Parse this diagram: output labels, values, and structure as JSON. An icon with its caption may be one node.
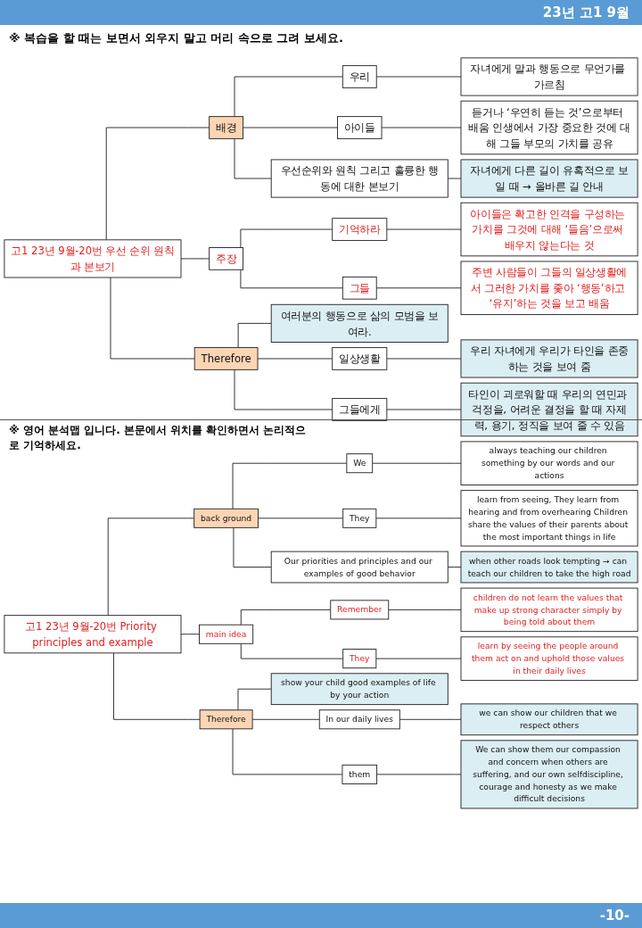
{
  "diagram": {
    "title": "23년 고1 9월",
    "nodes": [
      {
        "text": [
          "고1 23년 9월-20번 우선 순위 원칙과 본보기"
        ]
      },
      {
        "text": [
          "배경"
        ]
      },
      {
        "text": [
          "우리"
        ]
      },
      {
        "text": [
          "자녀에게 말과 행동으로 무언가를 가르침"
        ]
      },
      {
        "text": [
          "아이들"
        ]
      },
      {
        "text": [
          "듣거나 ‘우연히 듣는 것’으로부터 배움 인생에서 가장 중요한 것에 대해 그들 부모의 가치를 공유"
        ]
      },
      {
        "text": [
          "우선순위와 원칙 그리고 훌륭한 행동에 대한 본보기"
        ]
      },
      {
        "text": [
          "자녀에게 다른 길이 유혹적으로 보일 때 → 올바른 길 안내"
        ]
      },
      {
        "text": [
          "주장"
        ]
      },
      {
        "text": [
          "기억하라"
        ]
      },
      {
        "text": [
          "아이들은 확고한 인격을 구성하는 가치를 그것에 대해 ‘들음’으로써 배우지 않는다는 것"
        ]
      },
      {
        "text": [
          "그들"
        ]
      },
      {
        "text": [
          "주변 사람들이 그들의 일상생활에서 그러한 가치를 좇아 ‘행동’하고 ‘유지’하는 것을 보고 배움"
        ]
      },
      {
        "text": [
          "Therefore"
        ]
      },
      {
        "text": [
          "여러분의 행동으로 삶의 모범을 보여라."
        ]
      },
      {
        "text": [
          "일상생활"
        ]
      },
      {
        "text": [
          "우리 자녀에게 우리가 타인을 존중하는 것을 보여 줌"
        ]
      },
      {
        "text": [
          "그들에게"
        ]
      },
      {
        "text": [
          "타인이 괴로워할 때 우리의 연민과 걱정을, 어려운 결정을 할 때 자제력, 용기, 정직을 보여 줄 수 있음"
        ]
      },
      {
        "text": [
          "고1 23년 9월-20번 Priority principles and example"
        ]
      },
      {
        "text": [
          "back ground"
        ]
      },
      {
        "text": [
          "We"
        ]
      },
      {
        "text": [
          "always teaching our children something by our words and our actions"
        ]
      },
      {
        "text": [
          "They"
        ]
      },
      {
        "text": [
          "learn from seeing, They learn from hearing and from overhearing Children share the values of their parents about the most important things in life"
        ]
      },
      {
        "text": [
          "Our priorities and principles and our examples of good behavior"
        ]
      },
      {
        "text": [
          "when other roads look tempting → can teach our children to take the high road"
        ]
      },
      {
        "text": [
          "main idea"
        ]
      },
      {
        "text": [
          "Remember"
        ]
      },
      {
        "text": [
          "children do not learn the values that make up strong character simply by being told about them"
        ]
      },
      {
        "text": [
          "They"
        ]
      },
      {
        "text": [
          "learn by seeing the people around them act on and uphold those values in their daily lives"
        ]
      },
      {
        "text": [
          "Therefore"
        ]
      },
      {
        "text": [
          "show your child good examples of life by your action"
        ]
      },
      {
        "text": [
          "In our daily lives"
        ]
      },
      {
        "text": [
          "we can show our children that we respect others"
        ]
      },
      {
        "text": [
          "them"
        ]
      },
      {
        "text": [
          "We can show them our compassion and concern when others are suffering, and our own selfdiscipline, courage and honesty as we make difficult decisions"
        ]
      }
    ],
    "edges": [
      {
        "from": 0,
        "to": 1,
        "arrow": "none"
      },
      {
        "from": 1,
        "to": 2,
        "arrow": "none"
      },
      {
        "from": 2,
        "to": 3,
        "arrow": "none"
      },
      {
        "from": 1,
        "to": 4,
        "arrow": "none"
      },
      {
        "from": 4,
        "to": 5,
        "arrow": "none"
      },
      {
        "from": 1,
        "to": 6,
        "arrow": "none"
      },
      {
        "from": 6,
        "to": 7,
        "arrow": "none"
      },
      {
        "from": 0,
        "to": 8,
        "arrow": "none"
      },
      {
        "from": 8,
        "to": 9,
        "arrow": "none"
      },
      {
        "from": 9,
        "to": 10,
        "arrow": "none"
      },
      {
        "from": 8,
        "to": 11,
        "arrow": "none"
      },
      {
        "from": 11,
        "to": 12,
        "arrow": "none"
      },
      {
        "from": 0,
        "to": 13,
        "arrow": "none"
      },
      {
        "from": 13,
        "to": 14,
        "arrow": "none"
      },
      {
        "from": 13,
        "to": 15,
        "arrow": "none"
      },
      {
        "from": 15,
        "to": 16,
        "arrow": "none"
      },
      {
        "from": 13,
        "to": 17,
        "arrow": "none"
      },
      {
        "from": 17,
        "to": 18,
        "arrow": "none"
      },
      {
        "from": 19,
        "to": 20,
        "arrow": "none"
      },
      {
        "from": 20,
        "to": 21,
        "arrow": "none"
      },
      {
        "from": 21,
        "to": 22,
        "arrow": "none"
      },
      {
        "from": 20,
        "to": 23,
        "arrow": "none"
      },
      {
        "from": 23,
        "to": 24,
        "arrow": "none"
      },
      {
        "from": 20,
        "to": 25,
        "arrow": "none"
      },
      {
        "from": 25,
        "to": 26,
        "arrow": "none"
      },
      {
        "from": 19,
        "to": 27,
        "arrow": "none"
      },
      {
        "from": 27,
        "to": 28,
        "arrow": "none"
      },
      {
        "from": 28,
        "to": 29,
        "arrow": "none"
      },
      {
        "from": 27,
        "to": 30,
        "arrow": "none"
      },
      {
        "from": 30,
        "to": 31,
        "arrow": "none"
      },
      {
        "from": 19,
        "to": 32,
        "arrow": "none"
      },
      {
        "from": 32,
        "to": 33,
        "arrow": "none"
      },
      {
        "from": 32,
        "to": 34,
        "arrow": "none"
      },
      {
        "from": 34,
        "to": 35,
        "arrow": "none"
      },
      {
        "from": 32,
        "to": 36,
        "arrow": "none"
      },
      {
        "from": 36,
        "to": 37,
        "arrow": "none"
      }
    ],
    "labels": [
      "※ 복습을 할 때는 보면서 외우지 말고 머리 속으로 그려 보세요.",
      "※ 영어 분석맵 입니다. 본문에서 위치를 확인하면서 논리적으로 기억하세요.",
      "-10-"
    ]
  }
}
